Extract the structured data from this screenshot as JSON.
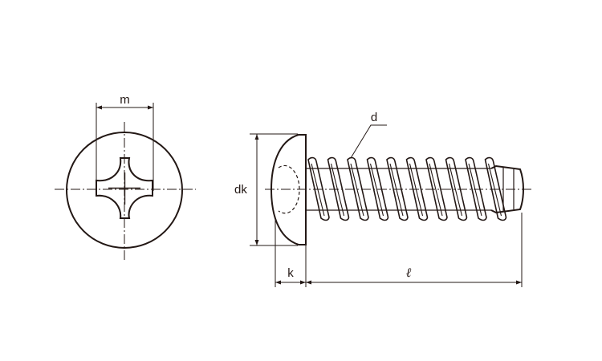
{
  "colors": {
    "stroke": "#231815",
    "background": "#ffffff"
  },
  "labels": {
    "recess_width": "m",
    "head_diameter": "dk",
    "head_height": "k",
    "thread_diameter": "d",
    "length": "ℓ"
  }
}
